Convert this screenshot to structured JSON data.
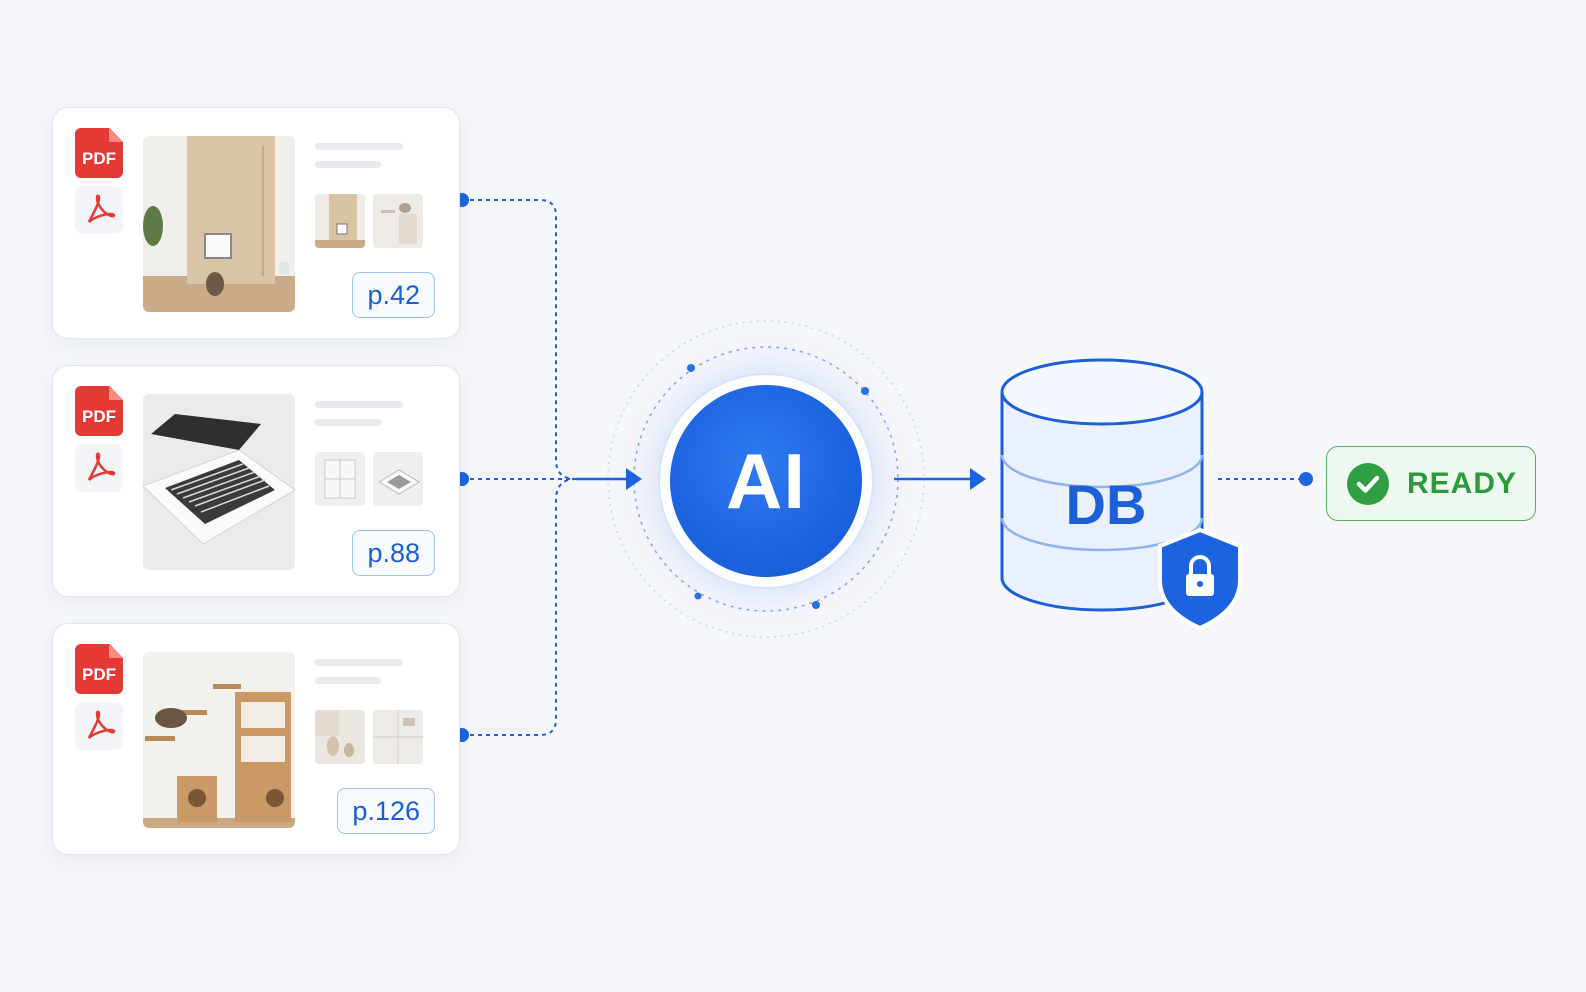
{
  "documents": [
    {
      "badge": "PDF",
      "page": "p.42",
      "subject": "cat door in wooden door"
    },
    {
      "badge": "PDF",
      "page": "p.88",
      "subject": "ceiling ventilation fan"
    },
    {
      "badge": "PDF",
      "page": "p.126",
      "subject": "cat wall shelves and furniture"
    }
  ],
  "processor": {
    "label": "AI"
  },
  "storage": {
    "label": "DB"
  },
  "status": {
    "label": "READY"
  },
  "colors": {
    "accent": "#1c63e0",
    "pdf_red": "#e53935",
    "success": "#2ea043",
    "tag_border": "#9ec0f5"
  },
  "icons": [
    "pdf-file-icon",
    "acrobat-icon",
    "shield-lock-icon",
    "check-circle-icon"
  ]
}
